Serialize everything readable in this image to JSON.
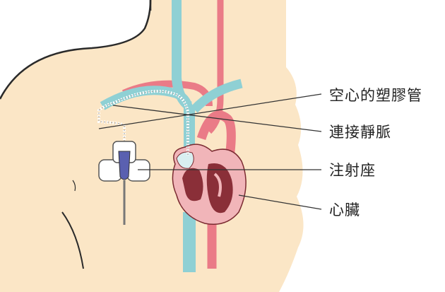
{
  "labels": [
    "空心的塑膠管",
    "連接靜脈",
    "注射座",
    "心臟"
  ],
  "colors": {
    "skin": "#fbe6c6",
    "skin_outline": "#2a2a2a",
    "vein": "#8fd0d4",
    "artery": "#ea7b87",
    "heart_outer": "#f1b5b9",
    "heart_inner": "#8a2f38",
    "port_body": "#ffffff",
    "port_center": "#5a60b0",
    "leader_line": "#333333"
  }
}
